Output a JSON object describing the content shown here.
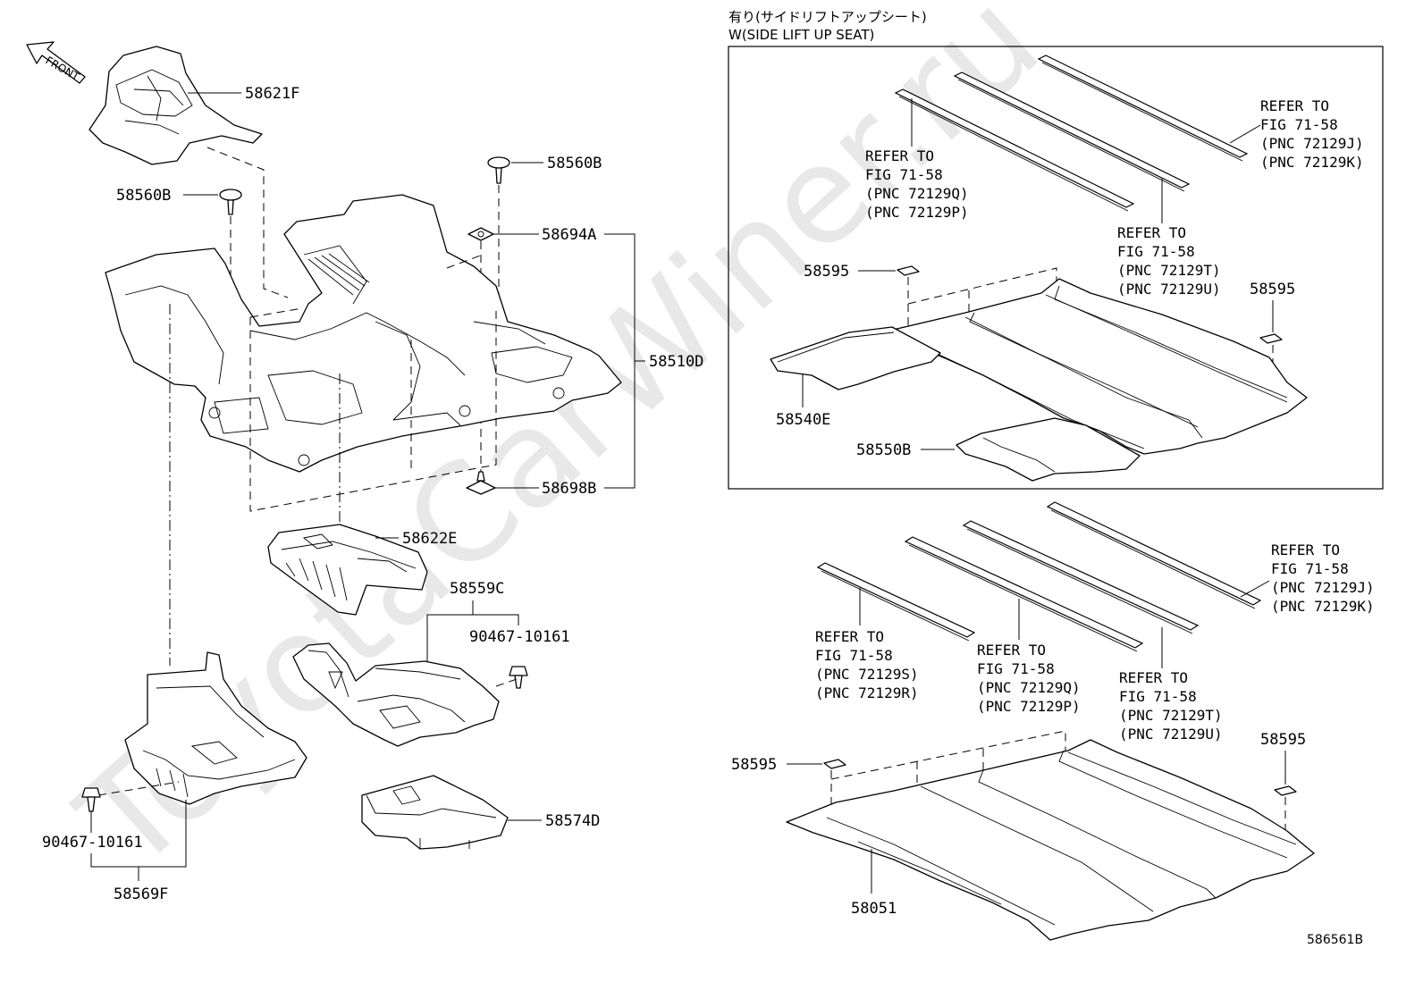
{
  "header": {
    "line1": "有り(サイドリフトアップシート)",
    "line2": "W(SIDE LIFT UP SEAT)"
  },
  "front_label": "FRONT",
  "watermark": "ToyotaCarWiner.ru",
  "figure_id": "586561B",
  "parts": {
    "p58621F": "58621F",
    "p58560B_a": "58560B",
    "p58560B_b": "58560B",
    "p58694A": "58694A",
    "p58510D": "58510D",
    "p58698B": "58698B",
    "p58622E": "58622E",
    "p58559C": "58559C",
    "p90467_a": "90467-10161",
    "p90467_b": "90467-10161",
    "p58569F": "58569F",
    "p58574D": "58574D",
    "p58595_a": "58595",
    "p58595_b": "58595",
    "p58540E": "58540E",
    "p58550B": "58550B",
    "p58595_c": "58595",
    "p58595_d": "58595",
    "p58051": "58051"
  },
  "refs": {
    "r1": [
      "REFER TO",
      "FIG 71-58",
      "(PNC 72129Q)",
      "(PNC 72129P)"
    ],
    "r2": [
      "REFER TO",
      "FIG 71-58",
      "(PNC 72129J)",
      "(PNC 72129K)"
    ],
    "r3": [
      "REFER TO",
      "FIG 71-58",
      "(PNC 72129T)",
      "(PNC 72129U)"
    ],
    "r4": [
      "REFER TO",
      "FIG 71-58",
      "(PNC 72129J)",
      "(PNC 72129K)"
    ],
    "r5": [
      "REFER TO",
      "FIG 71-58",
      "(PNC 72129S)",
      "(PNC 72129R)"
    ],
    "r6": [
      "REFER TO",
      "FIG 71-58",
      "(PNC 72129Q)",
      "(PNC 72129P)"
    ],
    "r7": [
      "REFER TO",
      "FIG 71-58",
      "(PNC 72129T)",
      "(PNC 72129U)"
    ]
  }
}
